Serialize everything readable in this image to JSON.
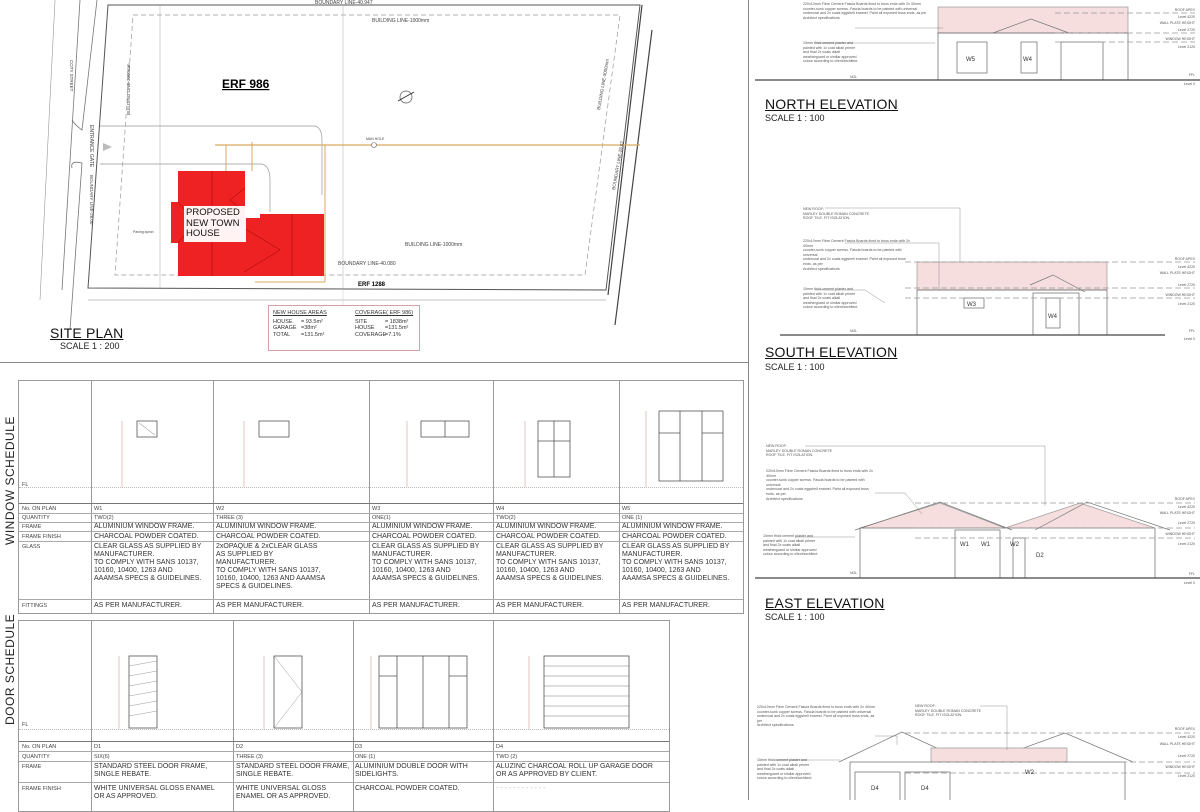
{
  "site_plan": {
    "title": "SITE PLAN",
    "scale": "SCALE  1 : 200",
    "erf": "ERF 986",
    "neighbour_erf": "ERF 1288",
    "house_label": "PROPOSED\nNEW TOWN\nHOUSE",
    "street": "COTY STREET",
    "entrance": "ENTRANCE GATE",
    "manhole": "MAN HOLE",
    "building_line_top": "BUILDING LINE-1000mm",
    "building_line_bottom": "BUILDING LINE-1000mm",
    "building_line_left": "BUILDING LINE-3000mm",
    "building_line_right": "BUILDING LINE-3000mm",
    "boundary_top": "BOUNDARY LINE-40.947",
    "boundary_bottom": "BOUNDARY LINE-40.080",
    "boundary_left": "BOUNDARY LINE-28.00",
    "boundary_right": "BOUNDARY LINE-28.02",
    "paving": "Paving apron",
    "house_color": "#ee2222",
    "drain_color": "#d9a860",
    "areas": {
      "heading": "NEW HOUSE AREAS",
      "rows": [
        {
          "label": "HOUSE",
          "value": "= 93.5m²"
        },
        {
          "label": "GARAGE",
          "value": "=38m²"
        },
        {
          "label": "TOTAL",
          "value": "=131.5m²"
        }
      ]
    },
    "coverage": {
      "heading": "COVERAGE( ERF 986)",
      "rows": [
        {
          "label": "SITE",
          "value": "= 1838m²"
        },
        {
          "label": "HOUSE",
          "value": "=131.5m²"
        },
        {
          "label": "COVERAGE",
          "value": "=7.1%"
        }
      ]
    }
  },
  "window_schedule": {
    "title": "WINDOW SCHEDULE",
    "row_labels": [
      "No. ON PLAN",
      "QUANTITY",
      "FRAME",
      "FRAME FINISH",
      "GLASS",
      "FITTINGS"
    ],
    "ffl": "FL",
    "items": [
      {
        "no": "W1",
        "qty": "TWO(2)",
        "frame": "ALUMINIUM WINDOW FRAME.",
        "finish": "CHARCOAL POWDER COATED.",
        "glass": "CLEAR GLASS AS SUPPLIED BY\nMANUFACTURER.\nTO COMPLY WITH SANS 10137,\n10160, 10400, 1263 AND\nAAAMSA SPECS & GUIDELINES.",
        "fittings": "AS PER MANUFACTURER."
      },
      {
        "no": "W2",
        "qty": "THREE (3)",
        "frame": "ALUMINIUM WINDOW FRAME.",
        "finish": "CHARCOAL POWDER COATED.",
        "glass": "2xOPAQUE & 2xCLEAR GLASS\nAS SUPPLIED BY\nMANUFACTURER.\nTO COMPLY WITH SANS 10137,\n10160, 10400, 1263 AND AAAMSA\nSPECS & GUIDELINES.",
        "fittings": "AS PER MANUFACTURER."
      },
      {
        "no": "W3",
        "qty": "ONE(1)",
        "frame": "ALUMINIUM WINDOW FRAME.",
        "finish": "CHARCOAL POWDER COATED.",
        "glass": "CLEAR GLASS AS SUPPLIED BY\nMANUFACTURER.\nTO COMPLY WITH SANS 10137,\n10160, 10400, 1263 AND\nAAAMSA SPECS & GUIDELINES.",
        "fittings": "AS PER MANUFACTURER."
      },
      {
        "no": "W4",
        "qty": "TWO(2)",
        "frame": "ALUMINIUM WINDOW FRAME.",
        "finish": "CHARCOAL POWDER COATED.",
        "glass": "CLEAR GLASS AS SUPPLIED BY\nMANUFACTURER.\nTO COMPLY WITH SANS 10137,\n10160, 10400, 1263 AND\nAAAMSA SPECS & GUIDELINES.",
        "fittings": "AS PER MANUFACTURER."
      },
      {
        "no": "W5",
        "qty": "ONE (1)",
        "frame": "ALUMINIUM WINDOW FRAME.",
        "finish": "CHARCOAL POWDER COATED.",
        "glass": "CLEAR GLASS AS SUPPLIED BY\nMANUFACTURER.\nTO COMPLY WITH SANS 10137,\n10160, 10400, 1263 AND\nAAAMSA SPECS & GUIDELINES.",
        "fittings": "AS PER MANUFACTURER."
      }
    ]
  },
  "door_schedule": {
    "title": "DOOR SCHEDULE",
    "row_labels": [
      "No. ON PLAN",
      "QUANTITY",
      "FRAME",
      "FRAME FINISH"
    ],
    "ffl": "FL",
    "items": [
      {
        "no": "D1",
        "qty": "SIX(6)",
        "frame": "STANDARD STEEL DOOR FRAME,\nSINGLE REBATE.",
        "finish": "WHITE UNIVERSAL GLOSS ENAMEL\nOR AS APPROVED."
      },
      {
        "no": "D2",
        "qty": "THREE (3)",
        "frame": "STANDARD STEEL DOOR FRAME,\nSINGLE REBATE.",
        "finish": "WHITE UNIVERSAL GLOSS\nENAMEL OR AS APPROVED."
      },
      {
        "no": "D3",
        "qty": "ONE (1)",
        "frame": "ALUMINIUM DOUBLE DOOR WITH\nSIDELIGHTS.",
        "finish": "CHARCOAL POWDER COATED."
      },
      {
        "no": "D4",
        "qty": "TWO (2)",
        "frame": "ALUZINC CHARCOAL ROLL UP GARAGE DOOR\nOR AS APPROVED BY CLIENT.",
        "finish": "- - - - - - - - - - - -"
      }
    ]
  },
  "elevations": {
    "notes": {
      "new_roof": "NEW ROOF:\nMARLEY DOUBLE ROMAN CONCRETE\nROOF TILE. FIT ISOLATION.",
      "fascia": "220x10mm Fibre Cement Fascia Boards fixed to truss ends with 2x 40mm\ncounter-sunk copper screws. Fascia boards to be painted with universal\nundercoat and 2x coats eggshell enamel. Paint all exposed truss ends, as per\nArchitect specifications.",
      "plaster": "15mm thick cement plaster and\npainted with 1x coat alkali primer\nand final 2x coats alkali\nweatherguard or similar approved\ncolour according to client/architect."
    },
    "levels": [
      "ROOF APEX",
      "Level 4220",
      "WALL PLATE HEIGHT",
      "Level 2720",
      "WINDOW HEIGHT",
      "Level 2120",
      "FFL",
      "Level 0"
    ],
    "ngl": "NGL",
    "roof_color": "#f6dede",
    "views": [
      {
        "title": "NORTH ELEVATION",
        "scale": "SCALE   1 : 100",
        "tags": [
          "W5",
          "W4"
        ]
      },
      {
        "title": "SOUTH ELEVATION",
        "scale": "SCALE   1 : 100",
        "tags": [
          "W3",
          "W4"
        ]
      },
      {
        "title": "EAST ELEVATION",
        "scale": "SCALE   1 : 100",
        "tags": [
          "W1",
          "W1",
          "W2",
          "D2"
        ]
      },
      {
        "tags": [
          "D4",
          "D4",
          "W2"
        ]
      }
    ]
  }
}
